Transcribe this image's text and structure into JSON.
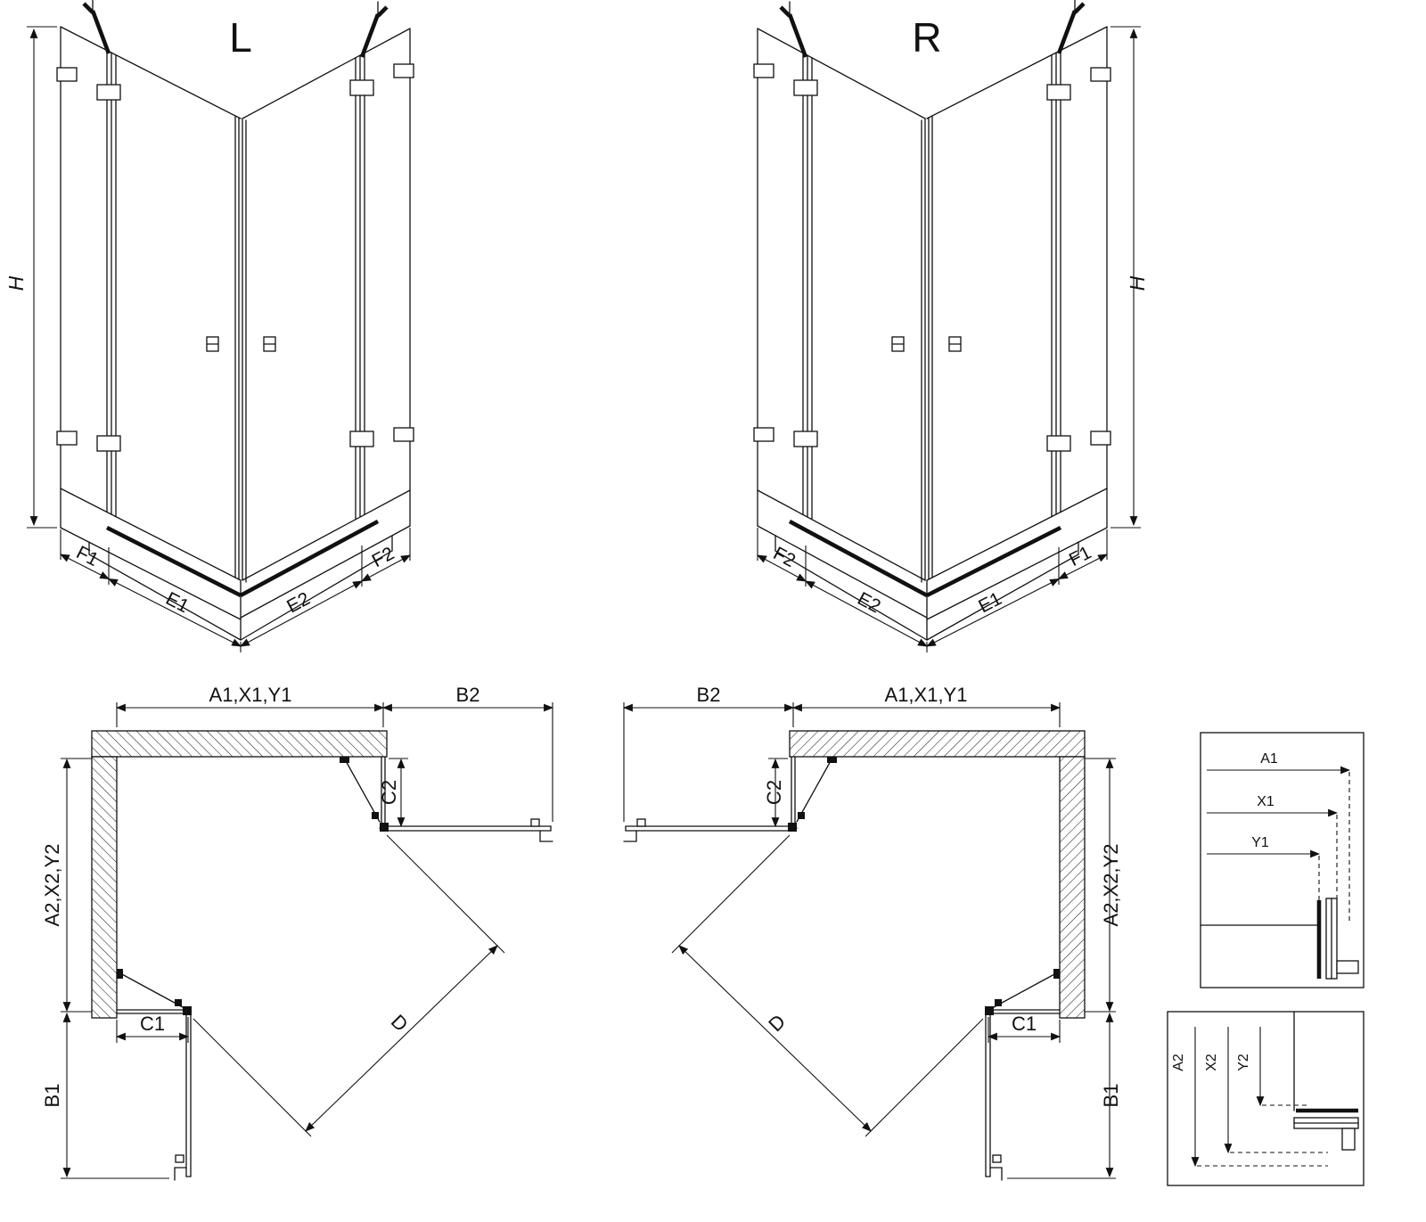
{
  "page": {
    "background": "#ffffff",
    "line_color": "#111111"
  },
  "iso_left": {
    "title": "L",
    "h": "H",
    "f1": "F1",
    "e1": "E1",
    "e2": "E2",
    "f2": "F2"
  },
  "iso_right": {
    "title": "R",
    "h": "H",
    "f2": "F2",
    "e2": "E2",
    "e1": "E1",
    "f1": "F1"
  },
  "plan_left": {
    "a1": "A1,X1,Y1",
    "b2": "B2",
    "c2": "C2",
    "a2": "A2,X2,Y2",
    "c1": "C1",
    "b1": "B1",
    "d": "D"
  },
  "plan_right": {
    "b2": "B2",
    "a1": "A1,X1,Y1",
    "c2": "C2",
    "a2": "A2,X2,Y2",
    "c1": "C1",
    "b1": "B1",
    "d": "D"
  },
  "detail_horizontal": {
    "a1": "A1",
    "x1": "X1",
    "y1": "Y1"
  },
  "detail_vertical": {
    "a2": "A2",
    "x2": "X2",
    "y2": "Y2"
  }
}
